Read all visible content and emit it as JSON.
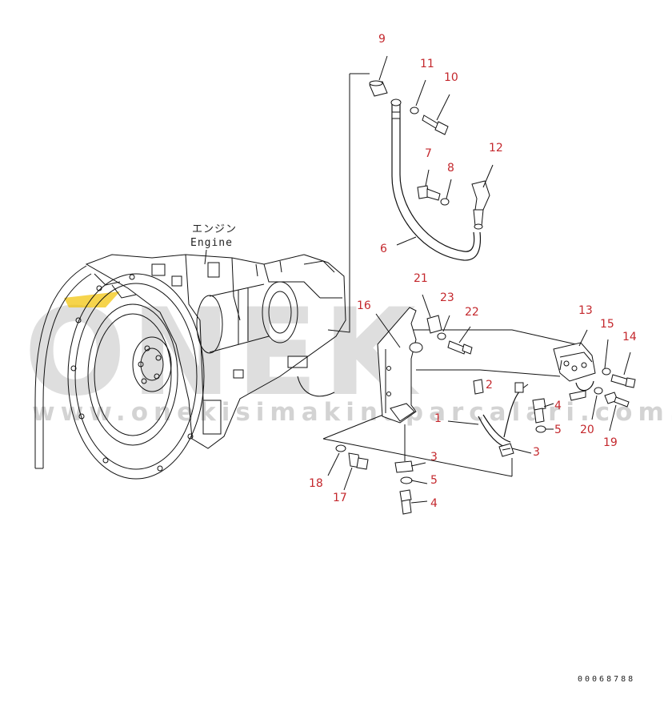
{
  "watermark": {
    "brand": "ONEK",
    "url": "www.onekisimakinaparcalari.com.tr",
    "accent_color": "#f2c200"
  },
  "engine_label": {
    "japanese": "エンジン",
    "english": "Engine"
  },
  "document_number": "00068788",
  "callouts": {
    "c9": "9",
    "c11": "11",
    "c10": "10",
    "c7": "7",
    "c8": "8",
    "c12": "12",
    "c6": "6",
    "c21": "21",
    "c23": "23",
    "c22": "22",
    "c16": "16",
    "c13": "13",
    "c15": "15",
    "c14": "14",
    "c2": "2",
    "c1": "1",
    "c4a": "4",
    "c5a": "5",
    "c20": "20",
    "c19": "19",
    "c3a": "3",
    "c3b": "3",
    "c5b": "5",
    "c4b": "4",
    "c18": "18",
    "c17": "17"
  },
  "colors": {
    "callout": "#c4282d",
    "line": "#111111",
    "watermark": "#b8b8b8"
  }
}
